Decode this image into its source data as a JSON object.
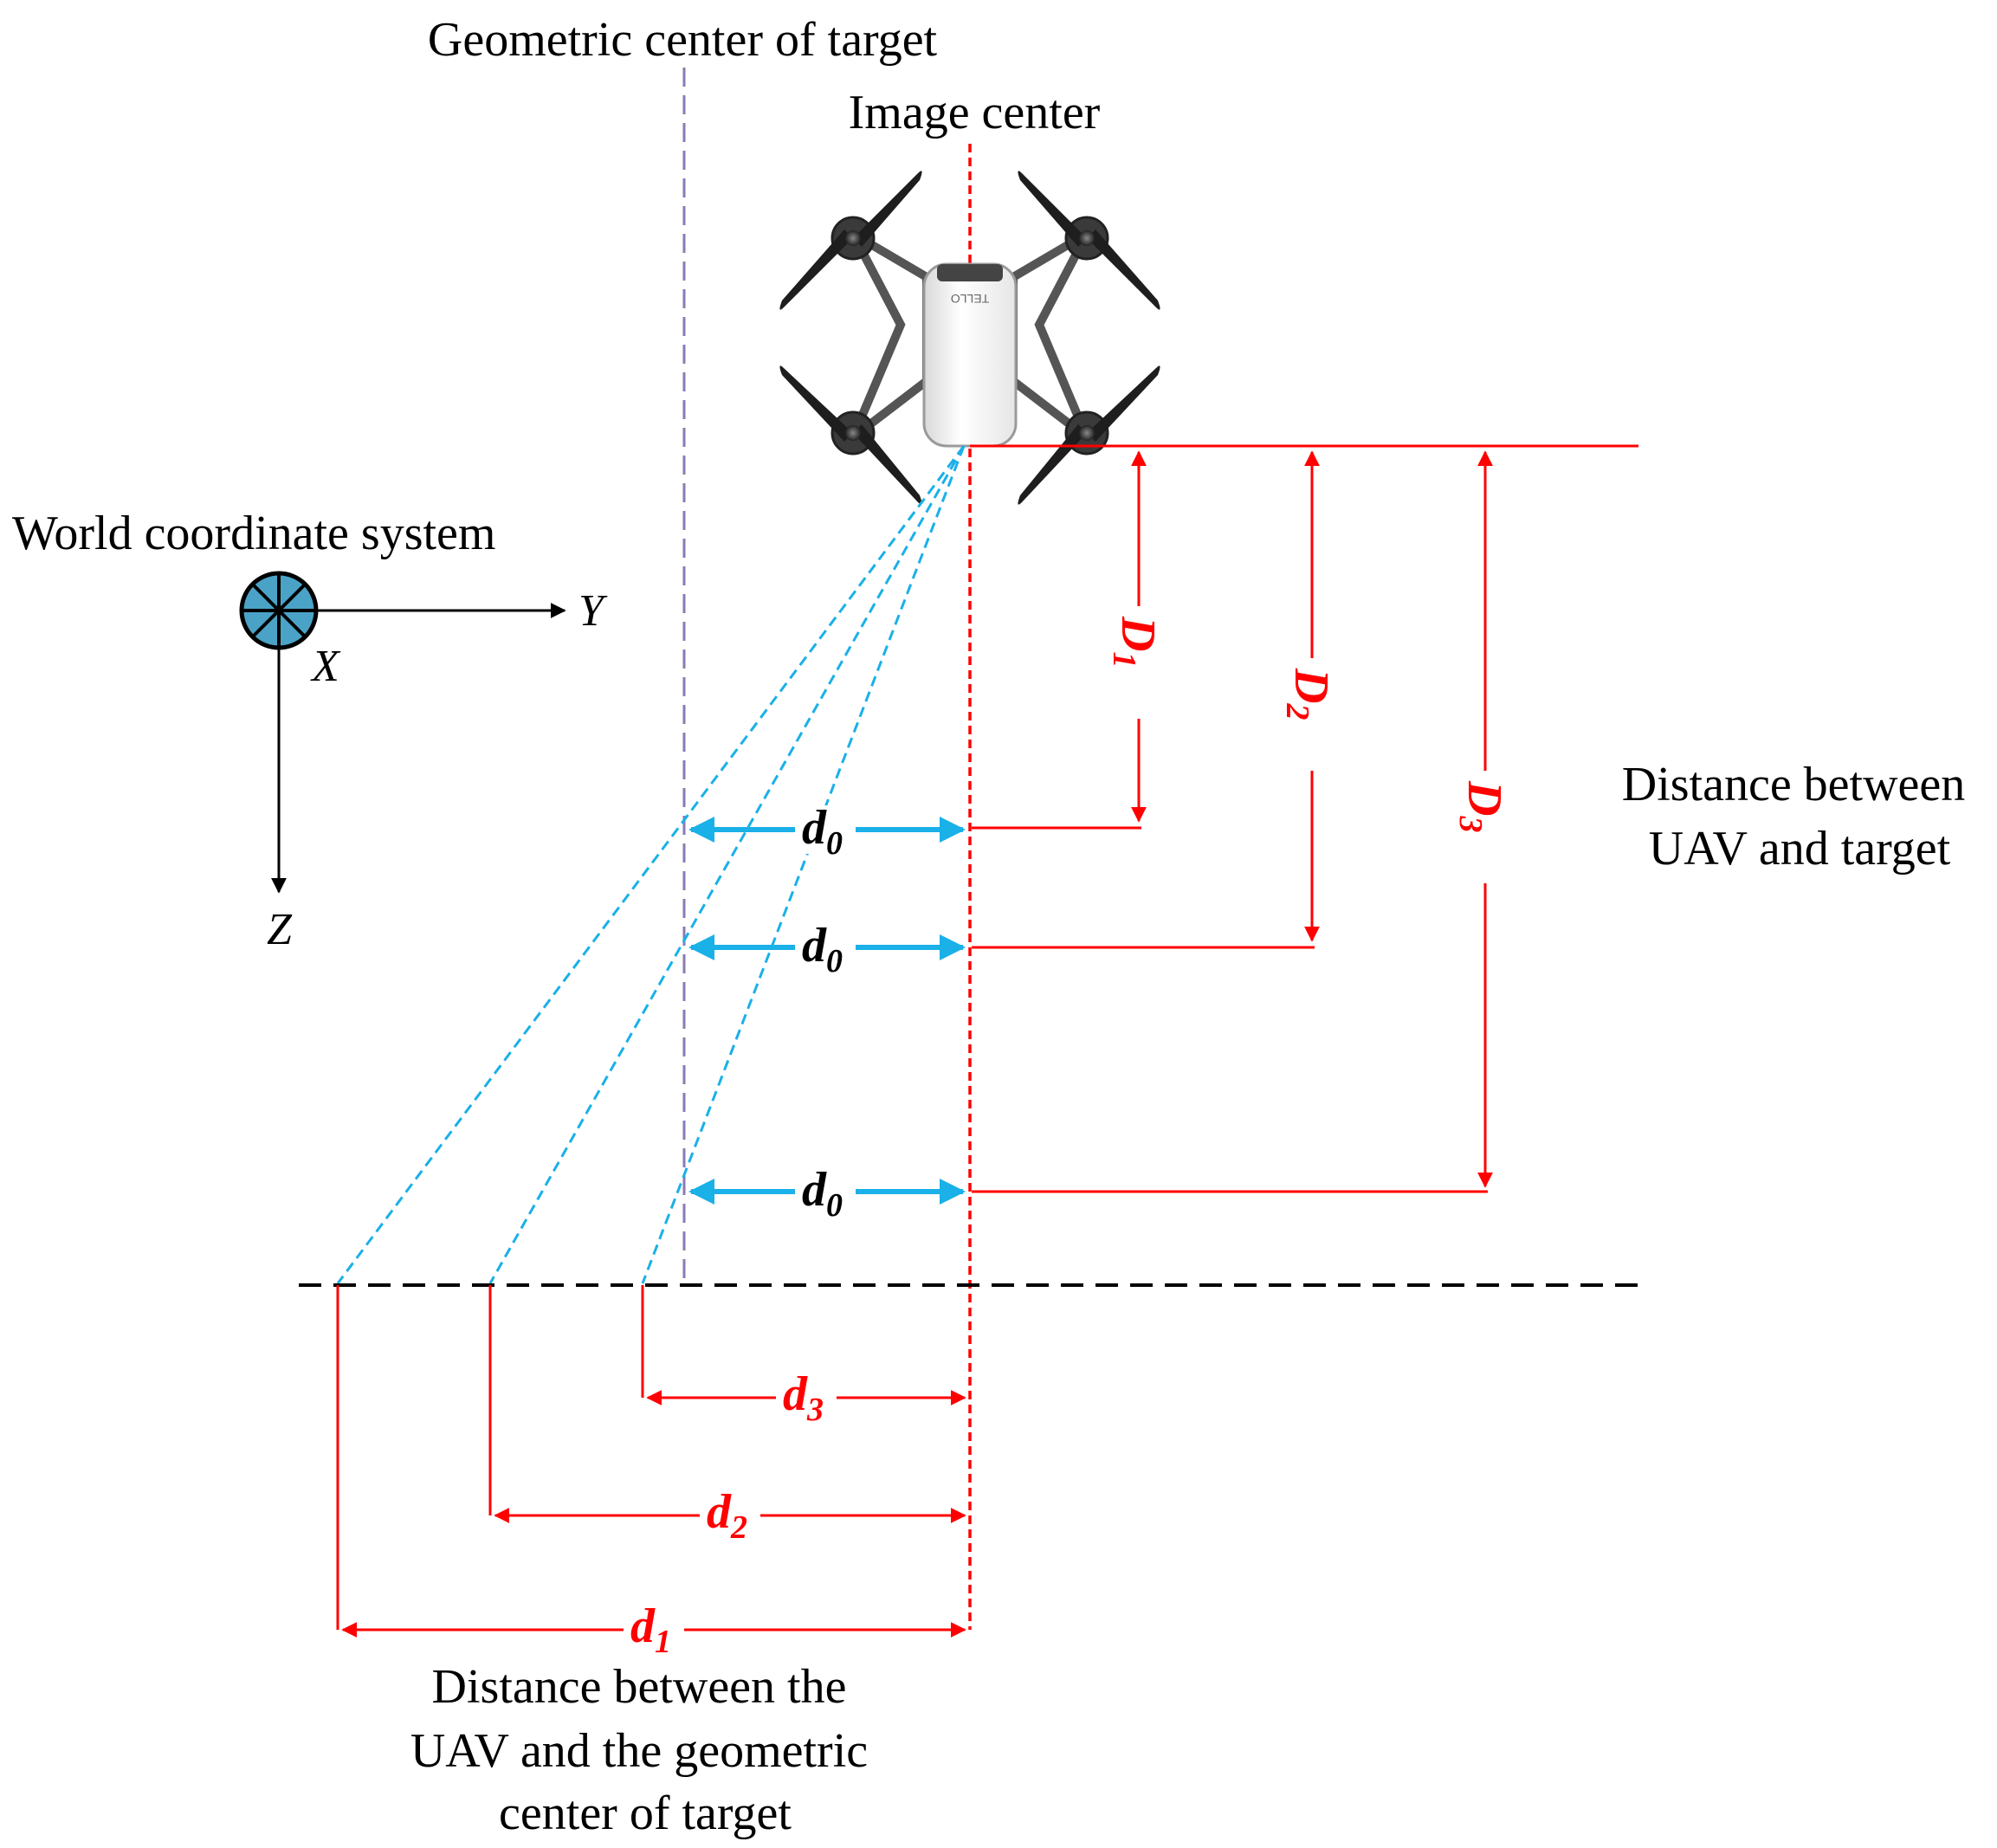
{
  "labels": {
    "geometric_center": "Geometric center of target",
    "image_center": "Image center",
    "world_coord": "World coordinate system",
    "axis_y": "Y",
    "axis_x": "X",
    "axis_z": "Z",
    "distance_uav_target_line1": "Distance between",
    "distance_uav_target_line2": "UAV and target",
    "distance_geo_line1": "Distance between the",
    "distance_geo_line2": "UAV and the geometric",
    "distance_geo_line3": "center of target"
  },
  "symbols": {
    "d0_1": {
      "main": "d",
      "sub": "0"
    },
    "d0_2": {
      "main": "d",
      "sub": "0"
    },
    "d0_3": {
      "main": "d",
      "sub": "0"
    },
    "d1": {
      "main": "d",
      "sub": "1"
    },
    "d2": {
      "main": "d",
      "sub": "2"
    },
    "d3": {
      "main": "d",
      "sub": "3"
    },
    "D1": {
      "main": "D",
      "sub": "1"
    },
    "D2": {
      "main": "D",
      "sub": "2"
    },
    "D3": {
      "main": "D",
      "sub": "3"
    }
  },
  "drone": {
    "brand": "TELLO"
  },
  "colors": {
    "red": "#ff0000",
    "blue": "#1ab0e8",
    "purple": "#8a7bb5",
    "axis_circle": "#4aa3c6",
    "black": "#000000"
  }
}
